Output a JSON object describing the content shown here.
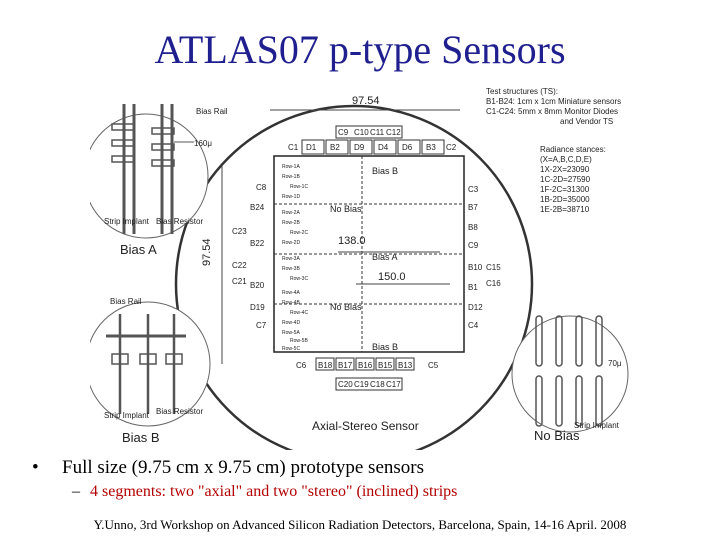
{
  "title": "ATLAS07 p-type Sensors",
  "figure": {
    "top_dim": "97.54",
    "side_dim": "97.54",
    "sensor_label": "Axial-Stereo Sensor",
    "inner_dims": [
      "138.0",
      "150.0"
    ],
    "regions": [
      "Bias B",
      "No Bias",
      "Bias A",
      "No Bias",
      "Bias B"
    ],
    "bias_a_inset": {
      "label": "Bias A",
      "rail": "Bias Rail",
      "implant": "Strip Implant",
      "resistor": "Bias Resistor",
      "pitch": "160μ"
    },
    "bias_b_inset": {
      "label": "Bias B",
      "rail": "Bias Rail",
      "implant": "Strip Implant",
      "resistor": "Bias Resistor"
    },
    "nobias_inset": {
      "label": "No Bias",
      "implant": "Strip Implant",
      "pitch": "70μ"
    },
    "test_structures": [
      "Test structures (TS):",
      "B1-B24: 1cm x 1cm Miniature sensors",
      "C1-C24: 5mm x 8mm Monitor Diodes",
      "and Vendor TS"
    ],
    "radiance": [
      "Radiance stances:",
      "(X=A,B,C,D,E)",
      "1X-2X=23090",
      "1C-2D=27590",
      "1F-2C=31300",
      "1B-2D=35000",
      "1E-2B=38710"
    ],
    "top_chips": [
      "C9",
      "C10",
      "C11",
      "C12"
    ],
    "row_chips": [
      "C1",
      "D1",
      "B2",
      "D9",
      "D4",
      "D6",
      "B3",
      "C2"
    ],
    "left_chips": [
      "C8",
      "B24",
      "C23",
      "B22",
      "C22",
      "C21",
      "B20",
      "D19",
      "C7"
    ],
    "right_chips": [
      "C3",
      "B7",
      "B8",
      "C9",
      "B10",
      "C15",
      "C16",
      "B1",
      "D12",
      "C4"
    ],
    "bottom_row": [
      "C6",
      "B18",
      "B17",
      "B16",
      "B15",
      "B13",
      "C5"
    ],
    "bottom_chips": [
      "C20",
      "C19",
      "C18",
      "C17"
    ],
    "rows": [
      "Row-1A",
      "Row-1B",
      "Row-1C",
      "Row-1D",
      "Row-2A",
      "Row-2B",
      "Row-2C",
      "Row-2D",
      "Row-3A",
      "Row-3B",
      "Row-3C",
      "Row-4A",
      "Row-4B",
      "Row-4C",
      "Row-4D",
      "Row-5A",
      "Row-5B",
      "Row-5C"
    ]
  },
  "bullet": {
    "marker": "•",
    "text": "Full size (9.75 cm x 9.75 cm) prototype sensors",
    "sub_marker": "–",
    "sub_text": "4 segments: two \"axial\" and two \"stereo\" (inclined) strips"
  },
  "footer": "Y.Unno, 3rd Workshop on Advanced Silicon Radiation Detectors, Barcelona, Spain, 14-16 April. 2008"
}
